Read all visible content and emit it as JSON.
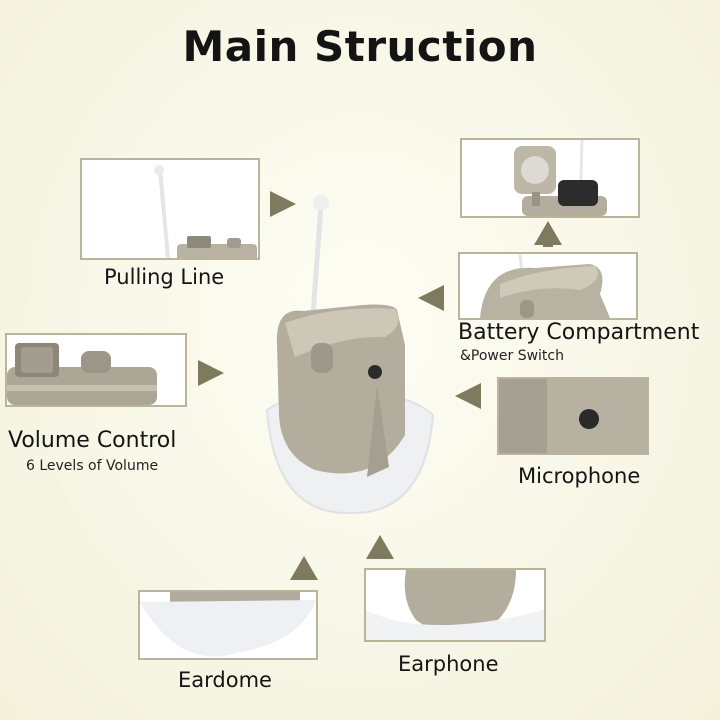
{
  "title": "Main Struction",
  "parts": {
    "pulling_line": {
      "label": "Pulling Line"
    },
    "volume_control": {
      "label": "Volume Control",
      "sub": "6 Levels of Volume"
    },
    "battery": {
      "label": "Battery Compartment",
      "sub": "&Power Switch"
    },
    "microphone": {
      "label": "Microphone"
    },
    "eardome": {
      "label": "Eardome"
    },
    "earphone": {
      "label": "Earphone"
    }
  },
  "colors": {
    "arrow": "#7e7a5e",
    "frame_border": "#b9b49a",
    "metal": "#b3ad9e",
    "dome": "#eef0f2"
  }
}
